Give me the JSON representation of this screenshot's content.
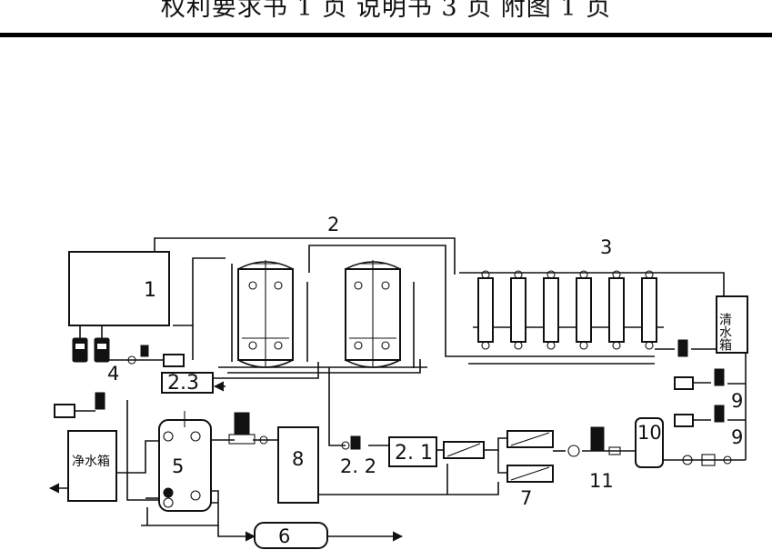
{
  "header": {
    "text": "权利要求书 1 页   说明书 3 页   附图 1 页"
  },
  "diagram": {
    "labels": {
      "unit_1": "1",
      "unit_2": "2",
      "unit_2_1": "2. 1",
      "unit_2_2": "2. 2",
      "unit_2_3": "2.3",
      "unit_3": "3",
      "unit_4": "4",
      "unit_5": "5",
      "unit_6": "6",
      "unit_7": "7",
      "unit_8": "8",
      "unit_9_top": "9",
      "unit_9_bottom": "9",
      "unit_10": "10",
      "unit_11": "11",
      "clear_water_tank": "清水箱",
      "pure_water_tank": "净水箱"
    }
  }
}
